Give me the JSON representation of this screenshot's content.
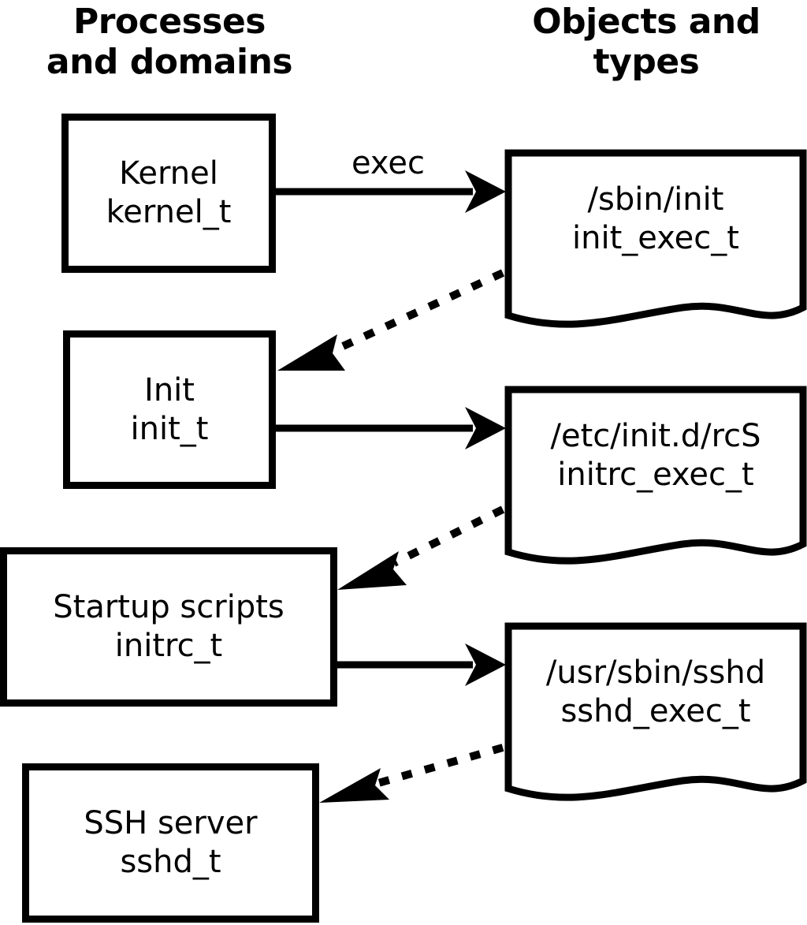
{
  "headers": {
    "left": "Processes\nand domains",
    "right": "Objects and\ntypes"
  },
  "colors": {
    "stroke": "#000000",
    "fill": "#ffffff",
    "text": "#000000"
  },
  "processes": [
    {
      "id": "kernel",
      "title": "Kernel",
      "type": "kernel_t"
    },
    {
      "id": "init",
      "title": "Init",
      "type": "init_t"
    },
    {
      "id": "initrc",
      "title": "Startup scripts",
      "type": "initrc_t"
    },
    {
      "id": "sshd",
      "title": "SSH server",
      "type": "sshd_t"
    }
  ],
  "objects": [
    {
      "id": "init-exec",
      "path": "/sbin/init",
      "type": "init_exec_t"
    },
    {
      "id": "initrc-exec",
      "path": "/etc/init.d/rcS",
      "type": "initrc_exec_t"
    },
    {
      "id": "sshd-exec",
      "path": "/usr/sbin/sshd",
      "type": "sshd_exec_t"
    }
  ],
  "edges": [
    {
      "id": "kernel-exec-init",
      "label": "exec",
      "style": "solid",
      "from": "kernel",
      "to": "init-exec"
    },
    {
      "id": "initexec-to-init",
      "label": "",
      "style": "dotted",
      "from": "init-exec",
      "to": "init"
    },
    {
      "id": "init-exec-rcs",
      "label": "",
      "style": "solid",
      "from": "init",
      "to": "initrc-exec"
    },
    {
      "id": "initrcexec-to-initrc",
      "label": "",
      "style": "dotted",
      "from": "initrc-exec",
      "to": "initrc"
    },
    {
      "id": "initrc-exec-sshd",
      "label": "",
      "style": "solid",
      "from": "initrc",
      "to": "sshd-exec"
    },
    {
      "id": "sshdexec-to-sshd",
      "label": "",
      "style": "dotted",
      "from": "sshd-exec",
      "to": "sshd"
    }
  ]
}
